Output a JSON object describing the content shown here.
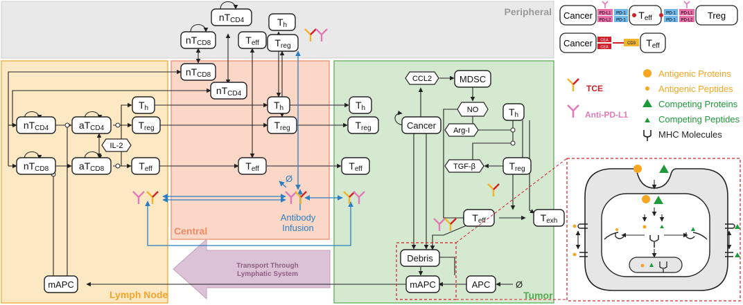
{
  "compartments": {
    "peripheral": "Peripheral",
    "lymph_node": "Lymph Node",
    "central": "Central",
    "tumor": "Tumor",
    "transport": "Transport Through\nLymphatic System",
    "antibody_infusion": "Antibody\nInfusion",
    "empty_set": "Ø"
  },
  "nodes": {
    "nTCD4_top": {
      "base": "nT",
      "sub": "CD4"
    },
    "nTCD8_top": {
      "base": "nT",
      "sub": "CD8"
    },
    "Teff_p": {
      "base": "T",
      "sub": "eff"
    },
    "Th_p": {
      "base": "T",
      "sub": "h"
    },
    "Treg_p": {
      "base": "T",
      "sub": "reg"
    },
    "nTCD8_mid": {
      "base": "nT",
      "sub": "CD8"
    },
    "nTCD4_mid": {
      "base": "nT",
      "sub": "CD4"
    },
    "nTCD4_ln": {
      "base": "nT",
      "sub": "CD4"
    },
    "aTCD4_ln": {
      "base": "aT",
      "sub": "CD4"
    },
    "nTCD8_ln": {
      "base": "nT",
      "sub": "CD8"
    },
    "aTCD8_ln": {
      "base": "aT",
      "sub": "CD8"
    },
    "Th_ln": {
      "base": "T",
      "sub": "h"
    },
    "Treg_ln": {
      "base": "T",
      "sub": "reg"
    },
    "Teff_ln": {
      "base": "T",
      "sub": "eff"
    },
    "Th_c": {
      "base": "T",
      "sub": "h"
    },
    "Treg_c": {
      "base": "T",
      "sub": "reg"
    },
    "Teff_c": {
      "base": "T",
      "sub": "eff"
    },
    "Th_t": {
      "base": "T",
      "sub": "h"
    },
    "Treg_t": {
      "base": "T",
      "sub": "reg"
    },
    "Teff_t": {
      "base": "T",
      "sub": "eff"
    },
    "CCL2": {
      "base": "CCL2",
      "sub": ""
    },
    "MDSC": {
      "base": "MDSC",
      "sub": ""
    },
    "NO": {
      "base": "NO",
      "sub": ""
    },
    "ArgI": {
      "base": "Arg-I",
      "sub": ""
    },
    "TGFb": {
      "base": "TGF-β",
      "sub": ""
    },
    "Cancer": {
      "base": "Cancer",
      "sub": ""
    },
    "Th_tu": {
      "base": "T",
      "sub": "h"
    },
    "Treg_tu": {
      "base": "T",
      "sub": "reg"
    },
    "Teff_tu": {
      "base": "T",
      "sub": "eff"
    },
    "Texh_tu": {
      "base": "T",
      "sub": "exh"
    },
    "Debris": {
      "base": "Debris",
      "sub": ""
    },
    "mAPC_tu": {
      "base": "mAPC",
      "sub": ""
    },
    "APC": {
      "base": "APC",
      "sub": ""
    },
    "mAPC_ln": {
      "base": "mAPC",
      "sub": ""
    },
    "IL2": {
      "base": "IL-2",
      "sub": ""
    }
  },
  "mechanism": {
    "row1": {
      "left": "Cancer",
      "teff": {
        "base": "T",
        "sub": "eff"
      },
      "right": "Treg"
    },
    "row2": {
      "left": "Cancer",
      "teff": {
        "base": "T",
        "sub": "eff"
      }
    },
    "chips_left": [
      "PD-L1",
      "PD-L2"
    ],
    "chips_mid": [
      "PD-1",
      "PD-1"
    ],
    "chips_right_a": [
      "PD-1",
      "PD-1"
    ],
    "chips_right_b": [
      "PD-L1",
      "PD-L2"
    ],
    "cea": [
      "CEA",
      "CEA"
    ],
    "cd3": "CD3"
  },
  "legend": {
    "tce": "TCE",
    "anti_pdl1": "Anti-PD-L1",
    "items": [
      {
        "label": "Antigenic Proteins",
        "color": "#f5a623"
      },
      {
        "label": "Antigenic Peptides",
        "color": "#f5a623"
      },
      {
        "label": "Competing Proteins",
        "color": "#1e9a3a"
      },
      {
        "label": "Competing Peptides",
        "color": "#1e9a3a"
      },
      {
        "label": "MHC Molecules",
        "color": "#222222"
      }
    ]
  },
  "colors": {
    "peripheral_bg": "#e9e9e9",
    "lymph_bg": "#fde8c4",
    "central_bg": "#fbd7c8",
    "tumor_bg": "#d5e8d0",
    "blue": "#2a7fc1",
    "tce_red": "#d0202a",
    "pink": "#e07ab8"
  }
}
